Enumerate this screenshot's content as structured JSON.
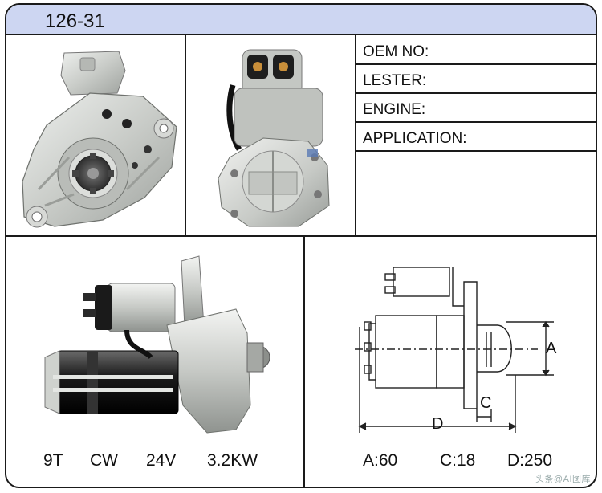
{
  "header": {
    "model": "126-31"
  },
  "info_fields": [
    {
      "label": "OEM NO:",
      "value": ""
    },
    {
      "label": "LESTER:",
      "value": ""
    },
    {
      "label": "ENGINE:",
      "value": ""
    },
    {
      "label": "APPLICATION:",
      "value": ""
    }
  ],
  "specs": {
    "teeth": "9T",
    "rotation": "CW",
    "voltage": "24V",
    "power": "3.2KW"
  },
  "dimensions": {
    "a": "A:60",
    "c": "C:18",
    "d": "D:250"
  },
  "diagram_labels": {
    "a": "A",
    "c": "C",
    "d": "D"
  },
  "watermark": "头条@AI图库"
}
